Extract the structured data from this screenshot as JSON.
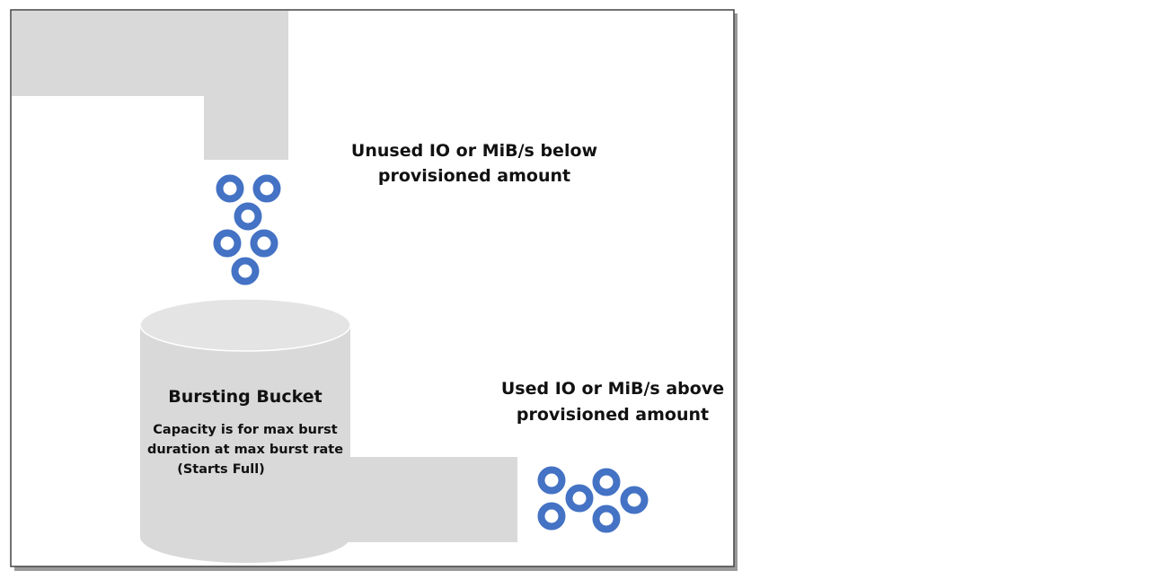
{
  "colors": {
    "frame_border": "#444444",
    "frame_shadow": "#9a9a9a",
    "pipe_fill": "#d9d9d9",
    "bucket_top": "#e4e4e4",
    "bucket_edge": "#ffffff",
    "token_ring": "#4472c4",
    "token_hole": "#ffffff"
  },
  "labels": {
    "inflow_line1": "Unused IO or MiB/s below",
    "inflow_line2": "provisioned amount",
    "outflow_line1": "Used IO or MiB/s above",
    "outflow_line2": "provisioned amount"
  },
  "bucket": {
    "title": "Bursting Bucket",
    "desc_line1": "Capacity is for max burst",
    "desc_line2": "duration at max burst rate",
    "desc_line3": "(Starts Full)"
  },
  "tokens": {
    "icon": "io-token-ring-icon",
    "inflow_count": 6,
    "outflow_count": 6
  }
}
